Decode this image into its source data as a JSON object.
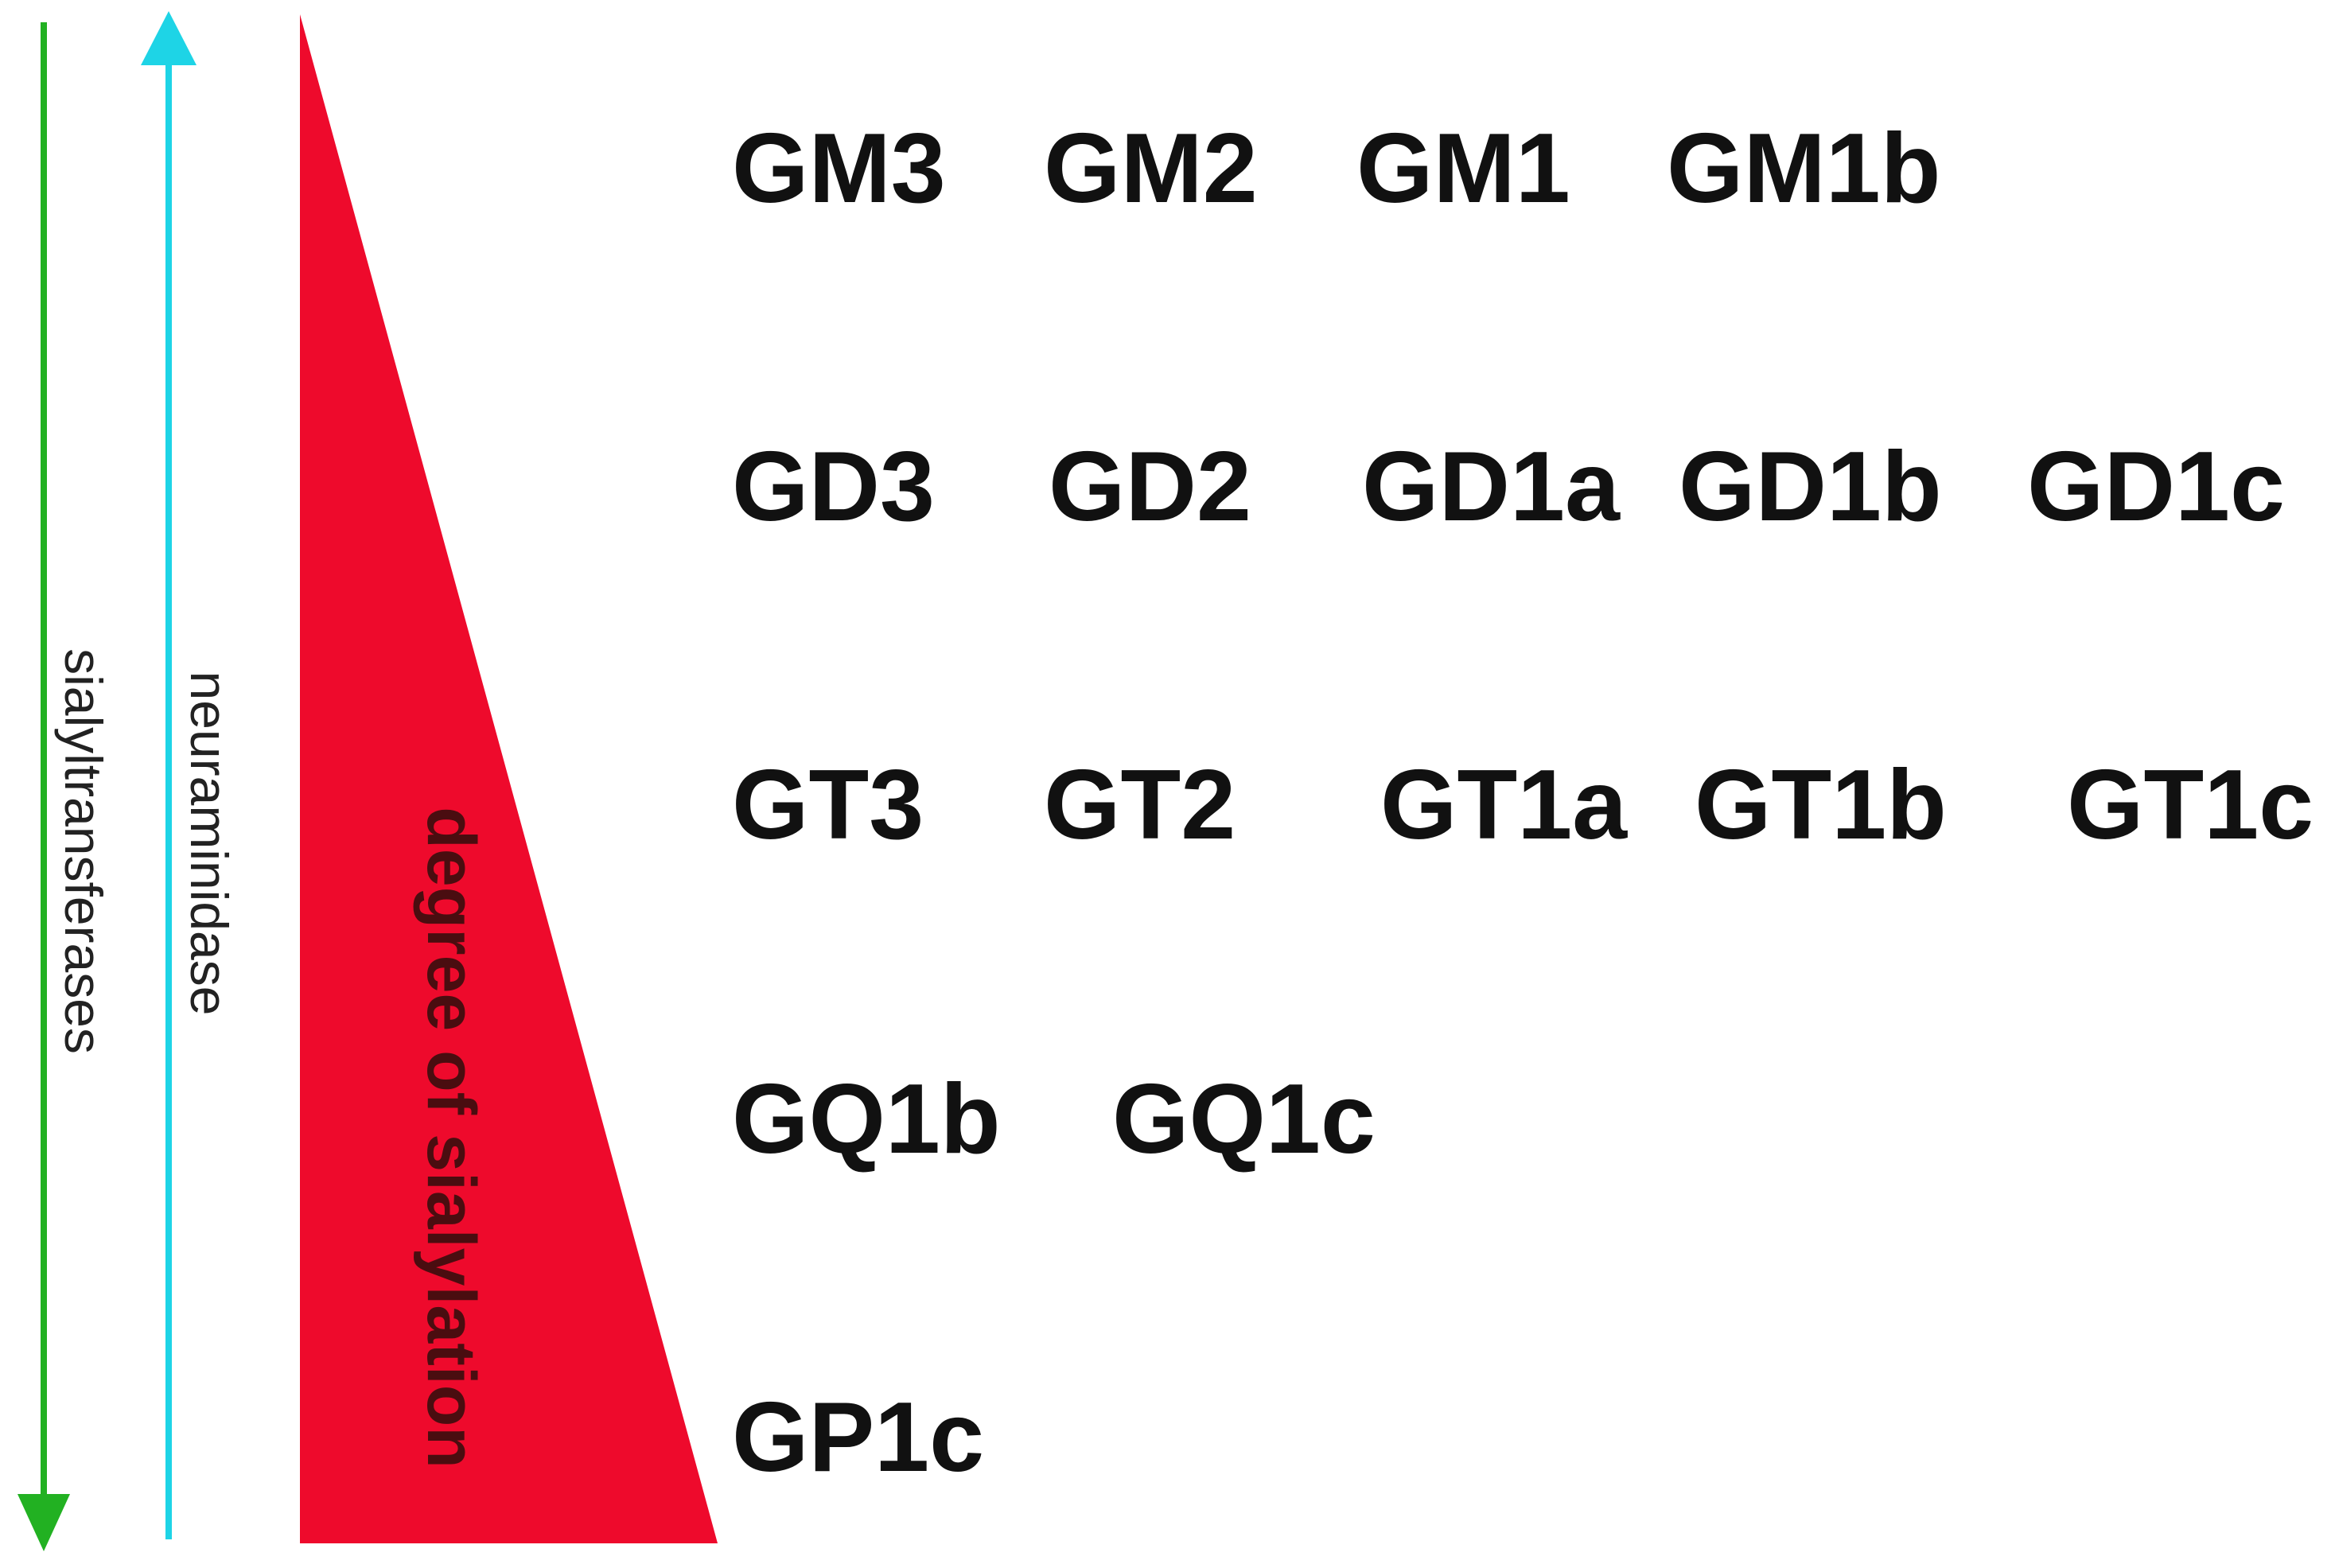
{
  "arrows": {
    "sialyltransferases": {
      "label": "sialyltransferases",
      "direction": "down",
      "color": "#22b122"
    },
    "neuraminidase": {
      "label": "neuraminidase",
      "direction": "up",
      "color": "#1ed4e6"
    }
  },
  "wedge": {
    "label": "degree of sialylation",
    "color": "#ee0a2c",
    "label_color": "#4a0d10"
  },
  "ganglioside_rows": [
    {
      "series": "mono",
      "names": [
        "GM3",
        "GM2",
        "GM1",
        "GM1b"
      ]
    },
    {
      "series": "di",
      "names": [
        "GD3",
        "GD2",
        "GD1a",
        "GD1b",
        "GD1c"
      ]
    },
    {
      "series": "tri",
      "names": [
        "GT3",
        "GT2",
        "GT1a",
        "GT1b",
        "GT1c"
      ]
    },
    {
      "series": "tetra",
      "names": [
        "GQ1b",
        "GQ1c"
      ]
    },
    {
      "series": "penta",
      "names": [
        "GP1c"
      ]
    }
  ]
}
